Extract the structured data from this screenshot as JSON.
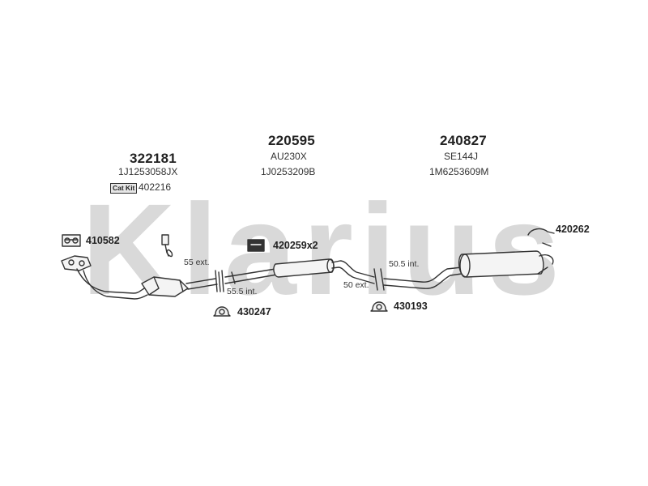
{
  "watermark": {
    "text": "Klarius",
    "color": "#d9d9d9"
  },
  "groups": [
    {
      "part_number": "322181",
      "ref": "1J1253058JX"
    },
    {
      "part_number": "220595",
      "ref1": "AU230X",
      "ref2": "1J0253209B"
    },
    {
      "part_number": "240827",
      "ref1": "SE144J",
      "ref2": "1M6253609M"
    }
  ],
  "cat_kit": {
    "badge": "Cat Kit",
    "number": "402216"
  },
  "accessories": {
    "gasket": "410582",
    "clamp_pair": "420259x2",
    "rubber_mount_front": "430247",
    "rubber_mount_rear": "430193",
    "rear_hanger": "420262"
  },
  "joints": {
    "front_ext": "55 ext.",
    "front_int": "55.5 int.",
    "rear_int": "50.5 int.",
    "rear_ext": "50 ext."
  },
  "colors": {
    "line": "#333333",
    "fill": "#f4f4f4"
  }
}
